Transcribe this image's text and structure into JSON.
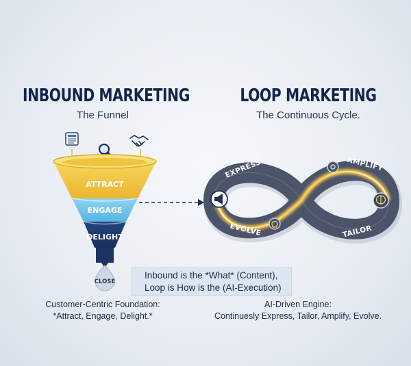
{
  "inbound": {
    "title": "INBOUND MARKETING",
    "subtitle": "The Funnel",
    "stages": [
      "ATTRACT",
      "ENGAGE",
      "DELIGHT",
      "CLOSE"
    ],
    "caption_line1": "Customer-Centric Foundation:",
    "caption_line2": "*Attract, Engage, Delight.*",
    "icons": [
      "document-icon",
      "magnifier-icon",
      "handshake-icon"
    ],
    "colors": {
      "attract": "#f2c744",
      "engage": "#6ec3ea",
      "delight": "#1e3a6e",
      "close": "#c9d3df"
    }
  },
  "loop": {
    "title": "LOOP MARKETING",
    "subtitle": "The Continuous Cycle.",
    "stages": [
      "EXPRESS",
      "AMPLIFY",
      "TAILOR",
      "EVOLVE"
    ],
    "caption_line1": "AI-Driven Engine:",
    "caption_line2": "Continuesly Express, Tailor, Amplify, Evolve.",
    "icons": [
      "megaphone-icon",
      "gear-icon",
      "brain-icon",
      "lightbulb-icon"
    ],
    "colors": {
      "track": "#4a5366",
      "glow": "#ffd36a"
    }
  },
  "callout": {
    "line1": "Inbound is the *What* (Content),",
    "line2": "Loop is How is the (AI-Execution)"
  }
}
